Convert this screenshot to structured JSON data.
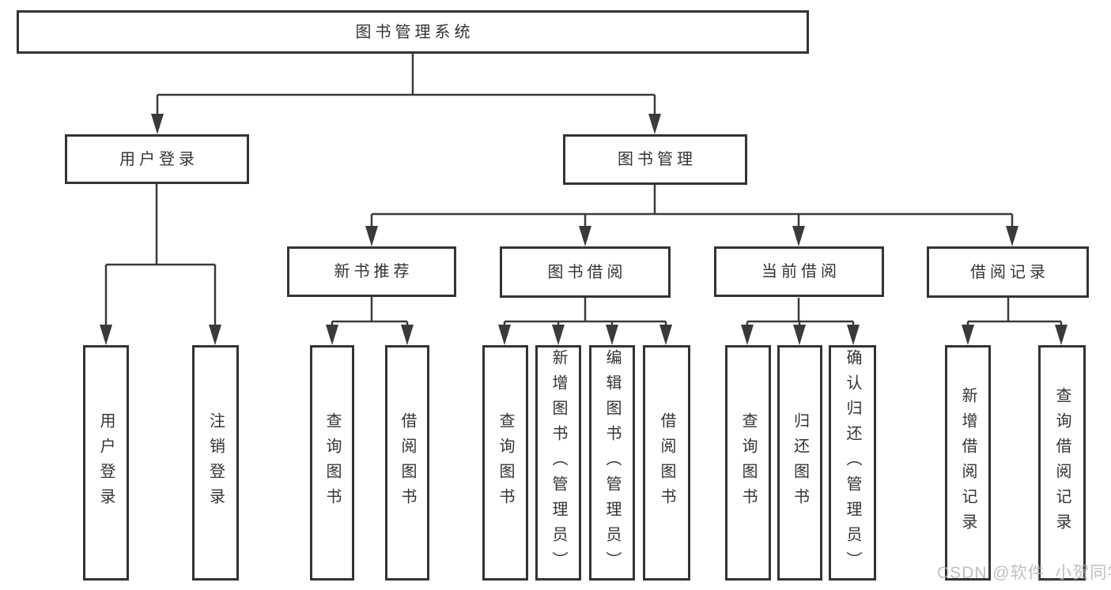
{
  "tree": {
    "root": {
      "label": "图书管理系统"
    },
    "branches": [
      {
        "label": "用户登录",
        "children": [
          {
            "label": "用户登录"
          },
          {
            "label": "注销登录"
          }
        ]
      },
      {
        "label": "图书管理",
        "children": [
          {
            "label": "新书推荐",
            "children": [
              {
                "label": "查询图书"
              },
              {
                "label": "借阅图书"
              }
            ]
          },
          {
            "label": "图书借阅",
            "children": [
              {
                "label": "查询图书"
              },
              {
                "label": "新增图书（管理员）"
              },
              {
                "label": "编辑图书（管理员）"
              },
              {
                "label": "借阅图书"
              }
            ]
          },
          {
            "label": "当前借阅",
            "children": [
              {
                "label": "查询图书"
              },
              {
                "label": "归还图书"
              },
              {
                "label": "确认归还（管理员）"
              }
            ]
          },
          {
            "label": "借阅记录",
            "children": [
              {
                "label": "新增借阅记录"
              },
              {
                "label": "查询借阅记录"
              }
            ]
          }
        ]
      }
    ]
  },
  "watermark": "CSDN @软件_小贺同学",
  "colors": {
    "line": "#3a3a3a",
    "border": "#333333",
    "text": "#333333",
    "background": "#ffffff",
    "watermark": "#b5b5b5"
  }
}
